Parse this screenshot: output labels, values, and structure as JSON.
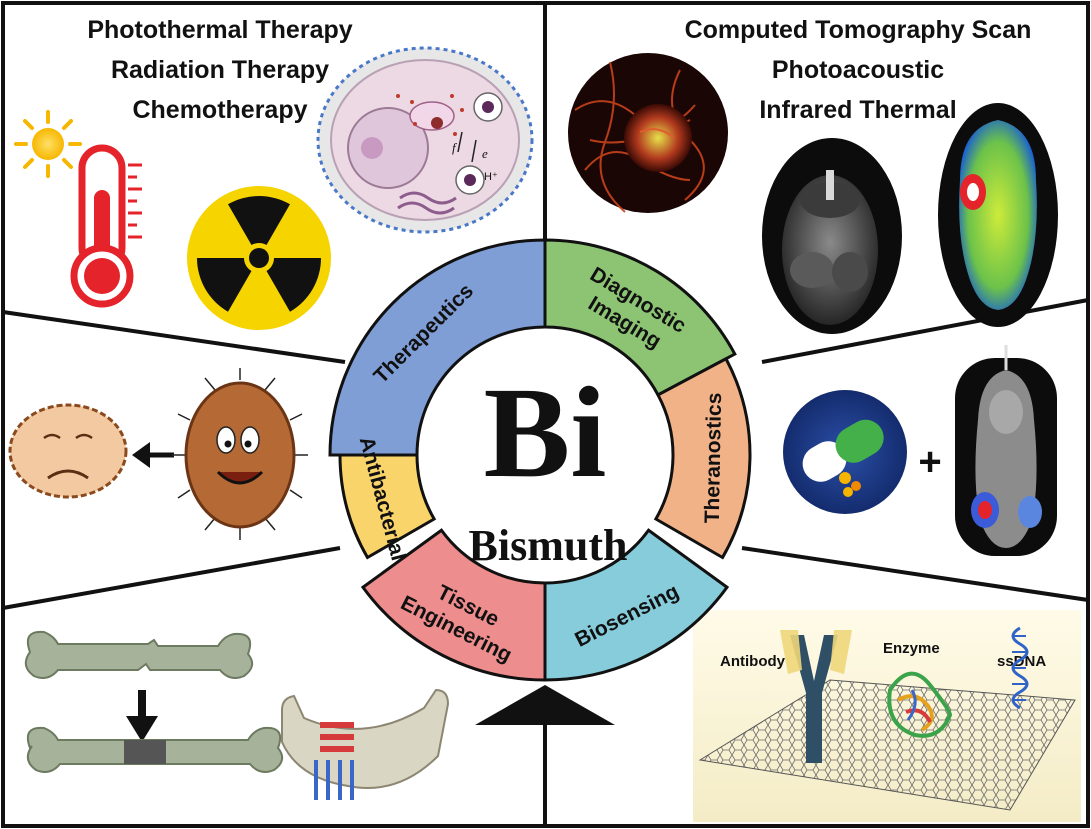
{
  "center": {
    "symbol": "Bi",
    "name": "Bismuth"
  },
  "segments": [
    {
      "id": "therapeutics",
      "label": "Therapeutics",
      "color": "#7F9ED6"
    },
    {
      "id": "diagnostic",
      "label": "Diagnostic Imaging",
      "line1": "Diagnostic",
      "line2": "Imaging",
      "color": "#8CC474"
    },
    {
      "id": "theranostics",
      "label": "Theranostics",
      "color": "#F2B287"
    },
    {
      "id": "biosensing",
      "label": "Biosensing",
      "color": "#86CCDA"
    },
    {
      "id": "tissue",
      "label": "Tissue Engineering",
      "line1": "Tissue",
      "line2": "Engineering",
      "color": "#EE8D8D"
    },
    {
      "id": "antibacterial",
      "label": "Antibacterial",
      "color": "#F9D46B"
    }
  ],
  "therapy": {
    "lines": [
      "Photothermal Therapy",
      "Radiation Therapy",
      "Chemotherapy"
    ]
  },
  "imaging": {
    "lines": [
      "Computed Tomography Scan",
      "Photoacoustic",
      "Infrared Thermal"
    ]
  },
  "theranostics_panel": {
    "plus": "+"
  },
  "biosensing_panel": {
    "antibody": "Antibody",
    "enzyme": "Enzyme",
    "ssdna": "ssDNA"
  },
  "cell_labels": {
    "f": "f",
    "e": "e",
    "h": "H⁺"
  }
}
